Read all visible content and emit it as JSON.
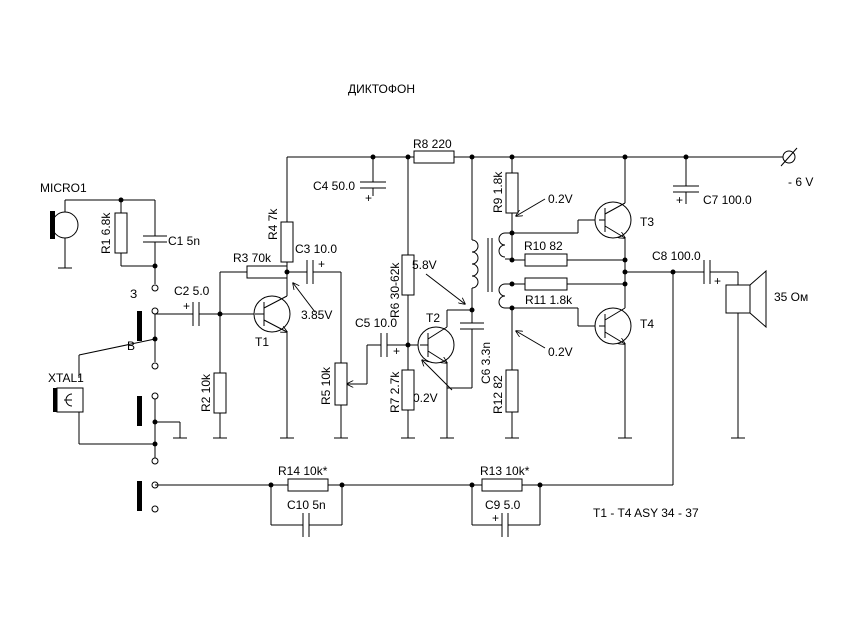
{
  "title": "ДИКТОФОН",
  "supply": {
    "label": "- 6 V"
  },
  "note": "T1 - T4  ASY 34 - 37",
  "switch_labels": {
    "record": "З",
    "playback": "В"
  },
  "sources": {
    "mic": "MICRO1",
    "xtal": "XTAL1"
  },
  "speaker": {
    "label": "35 Ом"
  },
  "resistors": {
    "r1": "R1 6.8k",
    "r2": "R2 10k",
    "r3": "R3 70k",
    "r4": "R4 7k",
    "r5": "R5 10k",
    "r6": "R6 30-62k",
    "r7": "R7 2.7k",
    "r8": "R8 220",
    "r9": "R9 1.8k",
    "r10": "R10 82",
    "r11": "R11 1.8k",
    "r12": "R12 82",
    "r13": "R13 10k*",
    "r14": "R14 10k*"
  },
  "capacitors": {
    "c1": "C1 5n",
    "c2": "C2 5.0",
    "c3": "C3 10.0",
    "c4": "C4 50.0",
    "c5": "C5 10.0",
    "c6": "C6 3.3n",
    "c7": "C7 100.0",
    "c8": "C8 100.0",
    "c9": "C9 5.0",
    "c10": "C10 5n"
  },
  "transistors": {
    "t1": "T1",
    "t2": "T2",
    "t3": "T3",
    "t4": "T4"
  },
  "voltages": {
    "t1_collector": "3.85V",
    "t2_collector": "5.8V",
    "t2_emitter": "0.2V",
    "t3_base": "0.2V",
    "t4_base": "0.2V"
  },
  "polarity": "+"
}
